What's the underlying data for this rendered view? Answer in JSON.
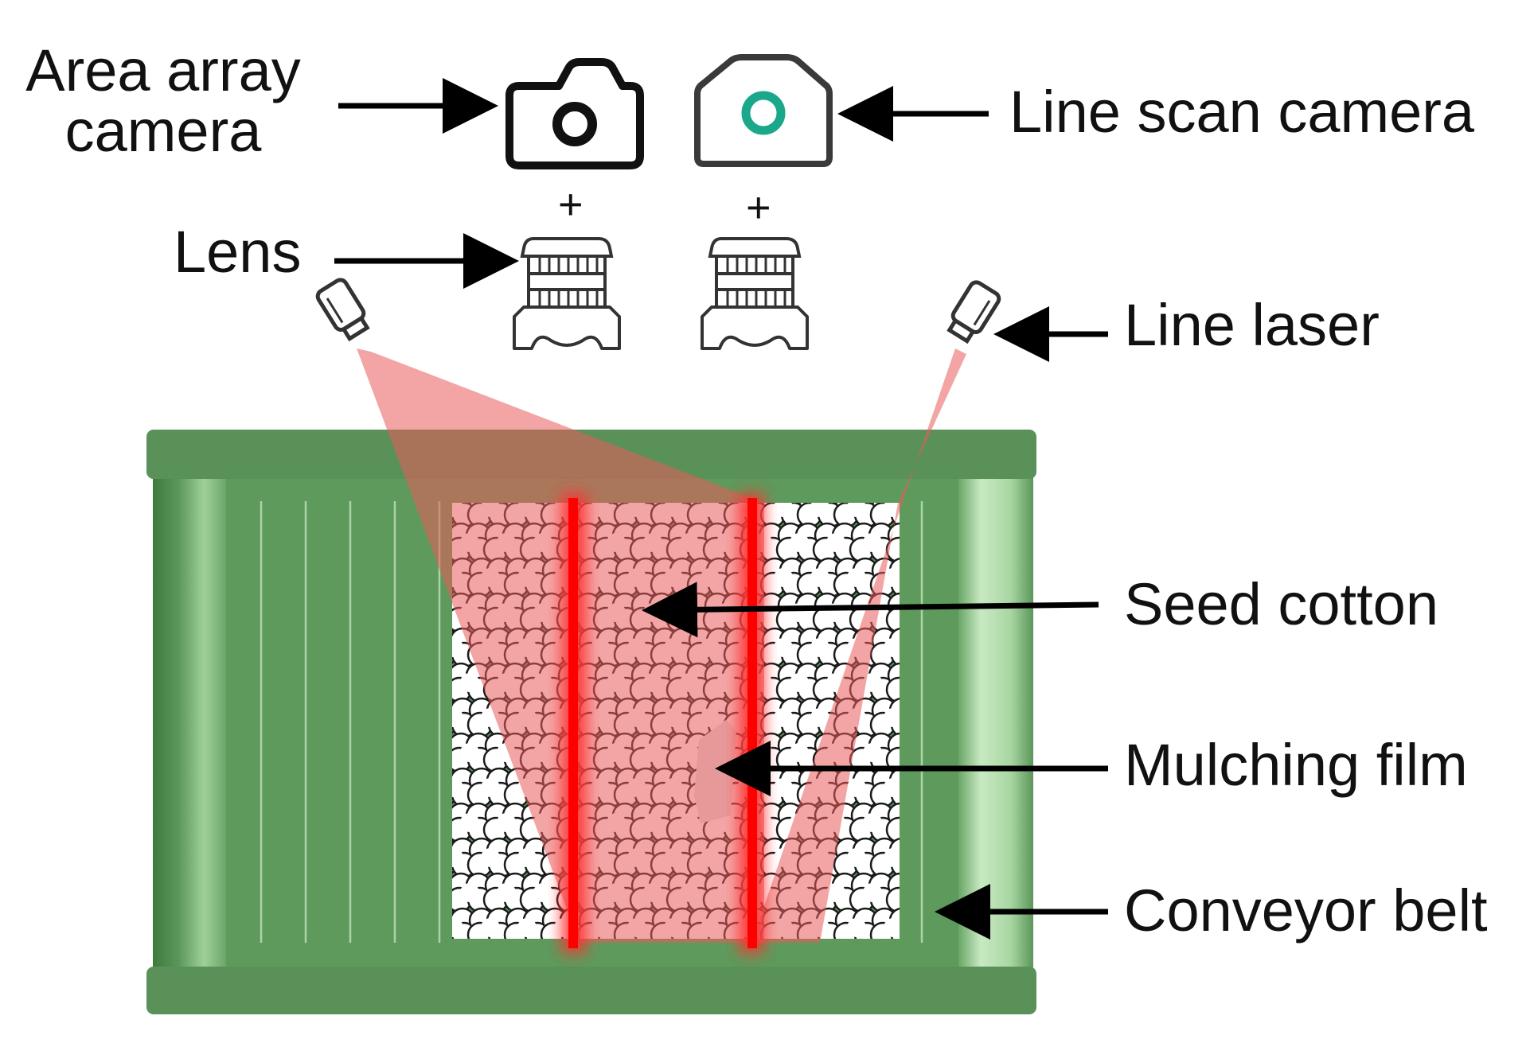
{
  "labels": {
    "area_array_camera_line1": "Area array",
    "area_array_camera_line2": "camera",
    "line_scan_camera": "Line scan camera",
    "lens": "Lens",
    "line_laser": "Line laser",
    "seed_cotton": "Seed cotton",
    "mulching_film": "Mulching film",
    "conveyor_belt": "Conveyor belt",
    "plus": "+"
  },
  "colors": {
    "belt_green": "#5e9a5c",
    "belt_green_dark": "#4f8a4d",
    "belt_green_light": "#a8d6a2",
    "laser_red": "#ff1a1a",
    "laser_beam": "#f07a7a",
    "camera_accent": "#1aa78a",
    "film_gray": "#e4e4e4"
  },
  "icons": [
    "camera-icon",
    "camera-icon",
    "lens-icon",
    "lens-icon",
    "line-laser-icon",
    "line-laser-icon"
  ]
}
